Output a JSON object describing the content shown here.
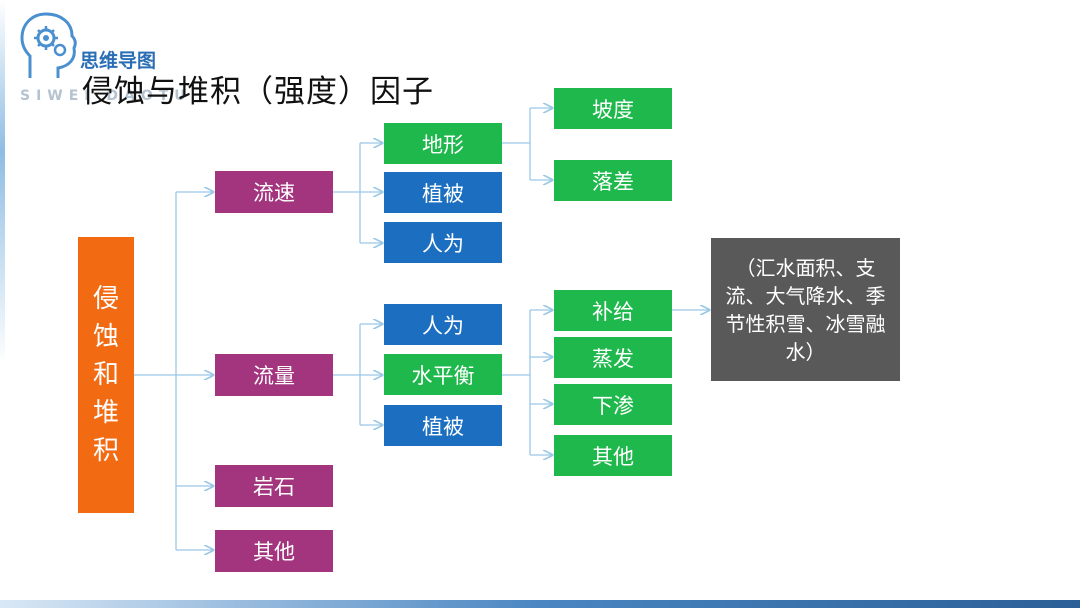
{
  "logo": {
    "brand": "思维导图",
    "subtitle": "SIWEI DAOTU"
  },
  "title": "侵蚀与堆积（强度）因子",
  "root": "侵蚀和堆积",
  "factors": [
    "流速",
    "流量",
    "岩石",
    "其他"
  ],
  "velocity_children": [
    "地形",
    "植被",
    "人为"
  ],
  "terrain_children": [
    "坡度",
    "落差"
  ],
  "flow_children": [
    "人为",
    "水平衡",
    "植被"
  ],
  "balance_children": [
    "补给",
    "蒸发",
    "下渗",
    "其他"
  ],
  "supply_note": "（汇水面积、支流、大气降水、季节性积雪、冰雪融水）",
  "colors": {
    "root": "#f26a12",
    "factor": "#a2357e",
    "blue_node": "#1c6fc0",
    "green_node": "#1fb84c",
    "note": "#595959",
    "connector": "#9bc8e6"
  }
}
